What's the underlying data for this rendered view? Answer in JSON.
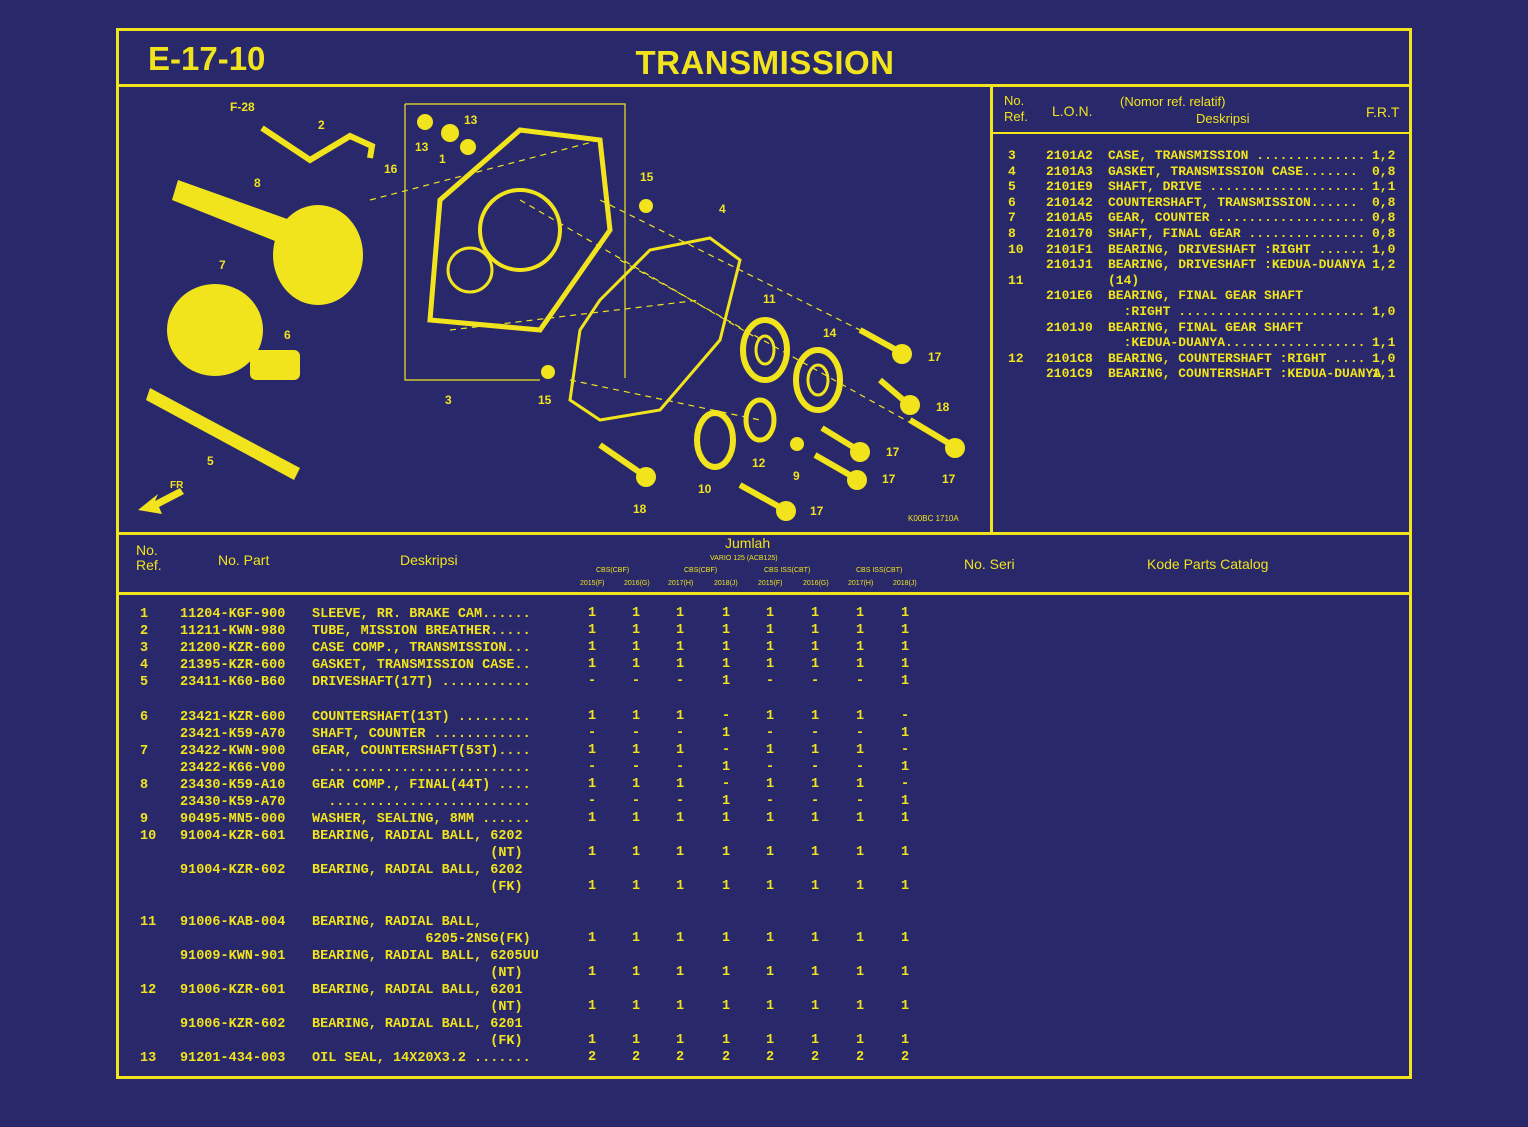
{
  "header": {
    "code": "E-17-10",
    "title": "TRANSMISSION"
  },
  "diagram": {
    "callouts": [
      "F-28",
      "2",
      "16",
      "13",
      "13",
      "1",
      "8",
      "15",
      "4",
      "7",
      "6",
      "3",
      "15",
      "11",
      "14",
      "17",
      "18",
      "17",
      "17",
      "17",
      "12",
      "9",
      "10",
      "18",
      "17",
      "5"
    ],
    "fr_label": "FR",
    "fig_id": "K00BC 1710A"
  },
  "ref_table": {
    "headers": {
      "no_ref": "No.\nRef.",
      "lon": "L.O.N.",
      "desc_top": "(Nomor ref. relatif)",
      "desc": "Deskripsi",
      "frt": "F.R.T"
    },
    "rows": [
      {
        "no": "3",
        "code": "2101A2",
        "desc": "CASE, TRANSMISSION ..............",
        "frt": "1,2"
      },
      {
        "no": "4",
        "code": "2101A3",
        "desc": "GASKET, TRANSMISSION CASE.......",
        "frt": "0,8"
      },
      {
        "no": "5",
        "code": "2101E9",
        "desc": "SHAFT, DRIVE ....................",
        "frt": "1,1"
      },
      {
        "no": "6",
        "code": "210142",
        "desc": "COUNTERSHAFT, TRANSMISSION......",
        "frt": "0,8"
      },
      {
        "no": "7",
        "code": "2101A5",
        "desc": "GEAR, COUNTER ...................",
        "frt": "0,8"
      },
      {
        "no": "8",
        "code": "210170",
        "desc": "SHAFT, FINAL GEAR ...............",
        "frt": "0,8"
      },
      {
        "no": "10",
        "code": "2101F1",
        "desc": "BEARING, DRIVESHAFT :RIGHT ......",
        "frt": "1,0"
      },
      {
        "no": "",
        "code": "2101J1",
        "desc": "BEARING, DRIVESHAFT :KEDUA-DUANYA",
        "frt": "1,2"
      },
      {
        "no": "11",
        "code": "",
        "desc": "(14)",
        "frt": ""
      },
      {
        "no": "",
        "code": "2101E6",
        "desc": "BEARING, FINAL GEAR SHAFT",
        "frt": ""
      },
      {
        "no": "",
        "code": "",
        "desc": "  :RIGHT ........................",
        "frt": "1,0"
      },
      {
        "no": "",
        "code": "2101J0",
        "desc": "BEARING, FINAL GEAR SHAFT",
        "frt": ""
      },
      {
        "no": "",
        "code": "",
        "desc": "  :KEDUA-DUANYA..................",
        "frt": "1,1"
      },
      {
        "no": "12",
        "code": "2101C8",
        "desc": "BEARING, COUNTERSHAFT :RIGHT ....",
        "frt": "1,0"
      },
      {
        "no": "",
        "code": "2101C9",
        "desc": "BEARING, COUNTERSHAFT :KEDUA-DUANYA",
        "frt": "1,1"
      }
    ]
  },
  "parts_table": {
    "headers": {
      "no_ref": "No.\nRef.",
      "no_part": "No. Part",
      "desc": "Deskripsi",
      "jumlah": "Jumlah",
      "model": "VARIO 125 (ACB125)",
      "groups": [
        "CBS(CBF)",
        "CBS(CBF)",
        "CBS ISS(CBT)",
        "CBS ISS(CBT)"
      ],
      "years": [
        "2015(F)",
        "2016(G)",
        "2017(H)",
        "2018(J)",
        "2015(F)",
        "2016(G)",
        "2017(H)",
        "2018(J)"
      ],
      "no_seri": "No. Seri",
      "kode": "Kode Parts Catalog"
    },
    "rows": [
      {
        "ref": "1",
        "part": "11204-KGF-900",
        "desc": "SLEEVE, RR. BRAKE CAM......",
        "qty": [
          "1",
          "1",
          "1",
          "1",
          "1",
          "1",
          "1",
          "1"
        ]
      },
      {
        "ref": "2",
        "part": "11211-KWN-980",
        "desc": "TUBE, MISSION BREATHER.....",
        "qty": [
          "1",
          "1",
          "1",
          "1",
          "1",
          "1",
          "1",
          "1"
        ]
      },
      {
        "ref": "3",
        "part": "21200-KZR-600",
        "desc": "CASE COMP., TRANSMISSION...",
        "qty": [
          "1",
          "1",
          "1",
          "1",
          "1",
          "1",
          "1",
          "1"
        ]
      },
      {
        "ref": "4",
        "part": "21395-KZR-600",
        "desc": "GASKET, TRANSMISSION CASE..",
        "qty": [
          "1",
          "1",
          "1",
          "1",
          "1",
          "1",
          "1",
          "1"
        ]
      },
      {
        "ref": "5",
        "part": "23411-K60-B60",
        "desc": "DRIVESHAFT(17T) ...........",
        "qty": [
          "-",
          "-",
          "-",
          "1",
          "-",
          "-",
          "-",
          "1"
        ]
      },
      {
        "ref": "6",
        "part": "23421-KZR-600",
        "desc": "COUNTERSHAFT(13T) .........",
        "qty": [
          "1",
          "1",
          "1",
          "-",
          "1",
          "1",
          "1",
          "-"
        ]
      },
      {
        "ref": "",
        "part": "23421-K59-A70",
        "desc": "SHAFT, COUNTER ............",
        "qty": [
          "-",
          "-",
          "-",
          "1",
          "-",
          "-",
          "-",
          "1"
        ]
      },
      {
        "ref": "7",
        "part": "23422-KWN-900",
        "desc": "GEAR, COUNTERSHAFT(53T)....",
        "qty": [
          "1",
          "1",
          "1",
          "-",
          "1",
          "1",
          "1",
          "-"
        ]
      },
      {
        "ref": "",
        "part": "23422-K66-V00",
        "desc": "  .........................",
        "qty": [
          "-",
          "-",
          "-",
          "1",
          "-",
          "-",
          "-",
          "1"
        ]
      },
      {
        "ref": "8",
        "part": "23430-K59-A10",
        "desc": "GEAR COMP., FINAL(44T) ....",
        "qty": [
          "1",
          "1",
          "1",
          "-",
          "1",
          "1",
          "1",
          "-"
        ]
      },
      {
        "ref": "",
        "part": "23430-K59-A70",
        "desc": "  .........................",
        "qty": [
          "-",
          "-",
          "-",
          "1",
          "-",
          "-",
          "-",
          "1"
        ]
      },
      {
        "ref": "9",
        "part": "90495-MN5-000",
        "desc": "WASHER, SEALING, 8MM ......",
        "qty": [
          "1",
          "1",
          "1",
          "1",
          "1",
          "1",
          "1",
          "1"
        ]
      },
      {
        "ref": "10",
        "part": "91004-KZR-601",
        "desc": "BEARING, RADIAL BALL, 6202",
        "qty": [
          "",
          "",
          "",
          "",
          "",
          "",
          "",
          ""
        ]
      },
      {
        "ref": "",
        "part": "",
        "desc": "                      (NT)",
        "qty": [
          "1",
          "1",
          "1",
          "1",
          "1",
          "1",
          "1",
          "1"
        ]
      },
      {
        "ref": "",
        "part": "91004-KZR-602",
        "desc": "BEARING, RADIAL BALL, 6202",
        "qty": [
          "",
          "",
          "",
          "",
          "",
          "",
          "",
          ""
        ]
      },
      {
        "ref": "",
        "part": "",
        "desc": "                      (FK)",
        "qty": [
          "1",
          "1",
          "1",
          "1",
          "1",
          "1",
          "1",
          "1"
        ]
      },
      {
        "ref": "11",
        "part": "91006-KAB-004",
        "desc": "BEARING, RADIAL BALL,",
        "qty": [
          "",
          "",
          "",
          "",
          "",
          "",
          "",
          ""
        ]
      },
      {
        "ref": "",
        "part": "",
        "desc": "              6205-2NSG(FK)",
        "qty": [
          "1",
          "1",
          "1",
          "1",
          "1",
          "1",
          "1",
          "1"
        ]
      },
      {
        "ref": "",
        "part": "91009-KWN-901",
        "desc": "BEARING, RADIAL BALL, 6205UU",
        "qty": [
          "",
          "",
          "",
          "",
          "",
          "",
          "",
          ""
        ]
      },
      {
        "ref": "",
        "part": "",
        "desc": "                      (NT)",
        "qty": [
          "1",
          "1",
          "1",
          "1",
          "1",
          "1",
          "1",
          "1"
        ]
      },
      {
        "ref": "12",
        "part": "91006-KZR-601",
        "desc": "BEARING, RADIAL BALL, 6201",
        "qty": [
          "",
          "",
          "",
          "",
          "",
          "",
          "",
          ""
        ]
      },
      {
        "ref": "",
        "part": "",
        "desc": "                      (NT)",
        "qty": [
          "1",
          "1",
          "1",
          "1",
          "1",
          "1",
          "1",
          "1"
        ]
      },
      {
        "ref": "",
        "part": "91006-KZR-602",
        "desc": "BEARING, RADIAL BALL, 6201",
        "qty": [
          "",
          "",
          "",
          "",
          "",
          "",
          "",
          ""
        ]
      },
      {
        "ref": "",
        "part": "",
        "desc": "                      (FK)",
        "qty": [
          "1",
          "1",
          "1",
          "1",
          "1",
          "1",
          "1",
          "1"
        ]
      },
      {
        "ref": "13",
        "part": "91201-434-003",
        "desc": "OIL SEAL, 14X20X3.2 .......",
        "qty": [
          "2",
          "2",
          "2",
          "2",
          "2",
          "2",
          "2",
          "2"
        ]
      }
    ]
  },
  "colors": {
    "background": "#28286b",
    "ink": "#f2e41c"
  }
}
